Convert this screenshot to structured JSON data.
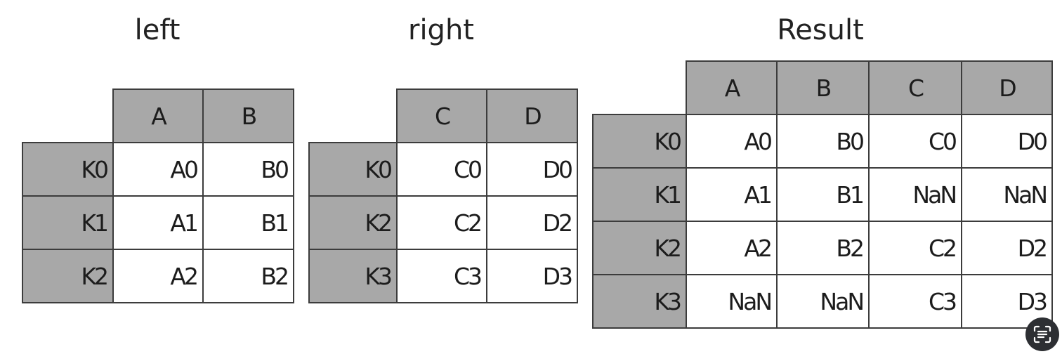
{
  "panels": {
    "left": {
      "title": "left",
      "columns": [
        "A",
        "B"
      ],
      "rows": [
        {
          "index": "K0",
          "values": [
            "A0",
            "B0"
          ]
        },
        {
          "index": "K1",
          "values": [
            "A1",
            "B1"
          ]
        },
        {
          "index": "K2",
          "values": [
            "A2",
            "B2"
          ]
        }
      ]
    },
    "right": {
      "title": "right",
      "columns": [
        "C",
        "D"
      ],
      "rows": [
        {
          "index": "K0",
          "values": [
            "C0",
            "D0"
          ]
        },
        {
          "index": "K2",
          "values": [
            "C2",
            "D2"
          ]
        },
        {
          "index": "K3",
          "values": [
            "C3",
            "D3"
          ]
        }
      ]
    },
    "result": {
      "title": "Result",
      "columns": [
        "A",
        "B",
        "C",
        "D"
      ],
      "rows": [
        {
          "index": "K0",
          "values": [
            "A0",
            "B0",
            "C0",
            "D0"
          ]
        },
        {
          "index": "K1",
          "values": [
            "A1",
            "B1",
            "NaN",
            "NaN"
          ]
        },
        {
          "index": "K2",
          "values": [
            "A2",
            "B2",
            "C2",
            "D2"
          ]
        },
        {
          "index": "K3",
          "values": [
            "NaN",
            "NaN",
            "C3",
            "D3"
          ]
        }
      ]
    }
  },
  "colors": {
    "header_fill": "#a8a8a8",
    "cell_fill": "#ffffff",
    "grid_line": "#3c3c3c"
  },
  "icons": {
    "corner_badge": "screen-text-icon"
  }
}
